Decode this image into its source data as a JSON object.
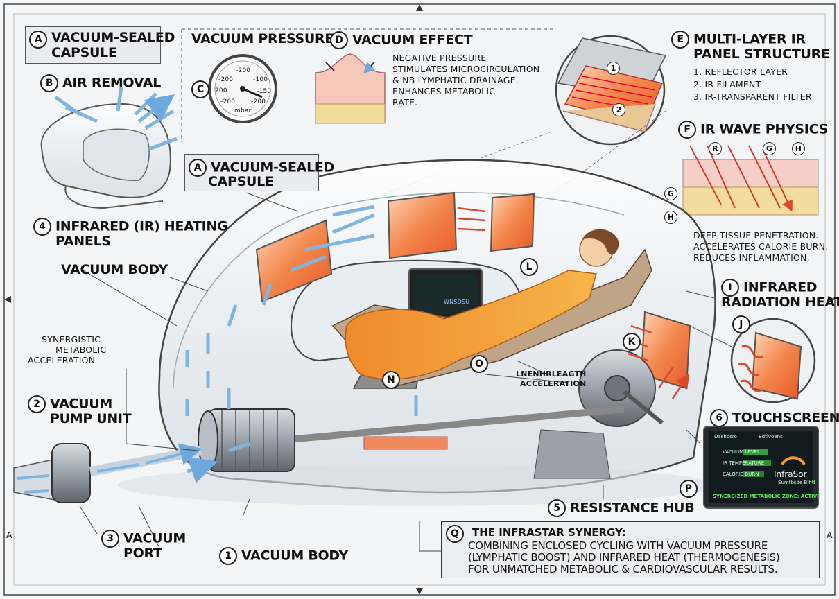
{
  "labels": {
    "a_top": {
      "marker": "A",
      "text": "VACUUM-SEALED\nCAPSULE"
    },
    "b": {
      "marker": "B",
      "text": "AIR REMOVAL"
    },
    "c": {
      "marker": "C"
    },
    "vacuum_pressure": "VACUUM PRESSURE",
    "gauge": {
      "ticks": [
        "-200",
        "-100",
        "-200",
        "-150",
        "200",
        "-200",
        "-200"
      ],
      "unit": "mbar"
    },
    "d": {
      "marker": "D",
      "text": "VACUUM EFFECT"
    },
    "d_desc": [
      "NEGATIVE PRESSURE",
      "STIMULATES MICROCIRCULATION",
      "& NB LYMPHATIC DRAINAGE.",
      "ENHANCES METABOLIC",
      "RATE."
    ],
    "e": {
      "marker": "E",
      "text": [
        "MULTI-LAYER IR",
        "PANEL STRUCTURE"
      ]
    },
    "e_layers": [
      "1. REFLECTOR LAYER",
      "2. IR FILAMENT",
      "3. IR-TRANSPARENT FILTER"
    ],
    "e_inset_markers": [
      "1",
      "2"
    ],
    "f": {
      "marker": "F",
      "text": "IR WAVE PHYSICS"
    },
    "f_markers": [
      "R",
      "G",
      "H",
      "G",
      "H"
    ],
    "f_desc": [
      "DEEP TISSUE PENETRATION.",
      "ACCELERATES CALORIE BURN.",
      "REDUCES INFLAMMATION."
    ],
    "a_mid": {
      "marker": "A",
      "text": [
        "VACUUM-SEALED",
        "CAPSULE"
      ]
    },
    "four": {
      "marker": "4",
      "text": [
        "INFRARED (IR) HEATING",
        "PANELS"
      ]
    },
    "vacuum_body_left": "VACUUM BODY",
    "synergistic": [
      "SYNERGISTIC",
      "METABOLIC",
      "ACCELERATION"
    ],
    "two": {
      "marker": "2",
      "text": [
        "VACUUM",
        "PUMP UNIT"
      ]
    },
    "three": {
      "marker": "3",
      "text": [
        "VACUUM",
        "PORT"
      ]
    },
    "one": {
      "marker": "1",
      "text": "VACUUM BODY"
    },
    "five": {
      "marker": "5",
      "text": "RESISTANCE HUB"
    },
    "six": {
      "marker": "6",
      "text": "TOUCHSCREEN"
    },
    "i": {
      "marker": "I",
      "text": [
        "INFRARED",
        "RADIATION HEAT"
      ]
    },
    "j_marker": "J",
    "k_marker": "K",
    "l_marker": "L",
    "n_marker": "N",
    "o_marker": "O",
    "p_marker": "P",
    "lnn": [
      "LNENHRLEAGTH",
      "ACCELERATION"
    ],
    "small_screen": "WNSDSU",
    "touchscreen_ui": {
      "header_left": "Dashpsro",
      "header_mid": "Bdtlvoens",
      "rows": [
        "VACUUM LEVEL",
        "IR TEMPERATURE",
        "CALORIE BURN"
      ],
      "brand": "InfraSor",
      "brand_sub": "Sumtbsde Blhtt",
      "status": "SYNERGIZED METABOLIC ZONE: ACTIVE"
    },
    "edge_marks": [
      "A",
      "A"
    ]
  },
  "synergy": {
    "marker": "Q",
    "title": "THE INFRASTAR SYNERGY:",
    "lines": [
      "COMBINING ENCLOSED CYCLING WITH VACUUM PRESSURE",
      "(LYMPHATIC BOOST) AND INFRARED HEAT (THERMOGENESIS)",
      "FOR UNMATCHED METABOLIC & CARDIOVASCULAR RESULTS."
    ]
  },
  "colors": {
    "accent_orange": "#ef6a2a",
    "air_blue": "#7fb5e0",
    "screen_green": "#3fbf3f"
  }
}
